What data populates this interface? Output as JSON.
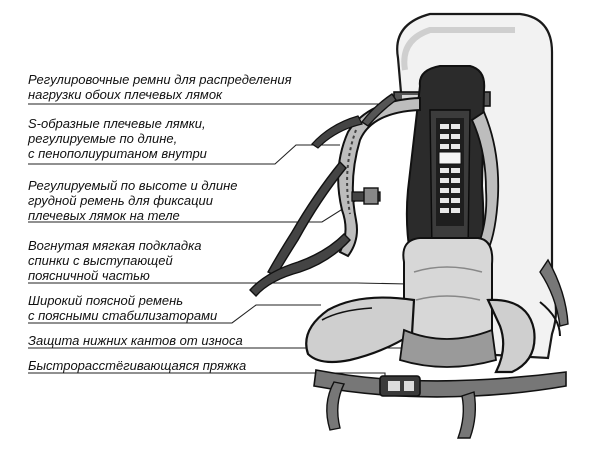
{
  "callouts": [
    {
      "id": "load-lifters",
      "lines": [
        "Регулировочные ремни для распределения",
        "нагрузки обоих плечевых лямок"
      ]
    },
    {
      "id": "shoulder-straps",
      "lines": [
        "S-образные плечевые лямки,",
        "регулируемые по длине,",
        "с пенополиуританом внутри"
      ]
    },
    {
      "id": "sternum-strap",
      "lines": [
        "Регулируемый по высоте и длине",
        "грудной ремень для фиксации",
        "плечевых лямок на теле"
      ]
    },
    {
      "id": "back-padding",
      "lines": [
        "Вогнутая мягкая подкладка",
        "спинки с выступающей",
        "поясничной частью"
      ]
    },
    {
      "id": "hip-belt",
      "lines": [
        "Широкий поясной ремень",
        "с поясными стабилизаторами"
      ]
    },
    {
      "id": "edge-protection",
      "lines": [
        "Защита нижних кантов от износа"
      ]
    },
    {
      "id": "quick-buckle",
      "lines": [
        "Быстрорасстёгивающаяся пряжка"
      ]
    }
  ]
}
